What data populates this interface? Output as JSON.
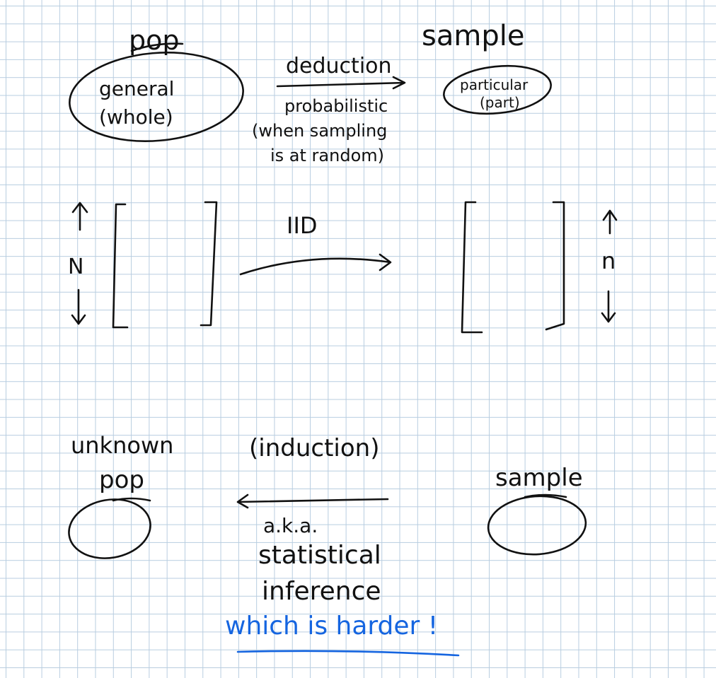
{
  "top": {
    "pop_label": "pop",
    "sample_label": "sample",
    "general": "general",
    "whole": "(whole)",
    "particular": "particular",
    "part": "(part)",
    "deduction": "deduction",
    "probabilistic": "probabilistic",
    "when_sampling": "(when sampling",
    "is_at_random": "is at random)"
  },
  "middle": {
    "iid": "IID",
    "big_n": "N",
    "small_n": "n"
  },
  "bottom": {
    "unknown": "unknown",
    "pop": "pop",
    "sample": "sample",
    "induction": "(induction)",
    "aka": "a.k.a.",
    "statistical": "statistical",
    "inference": "inference",
    "harder": "which is harder !"
  },
  "colors": {
    "ink": "#111111",
    "highlight": "#1565e0",
    "grid": "#b8cde0"
  }
}
